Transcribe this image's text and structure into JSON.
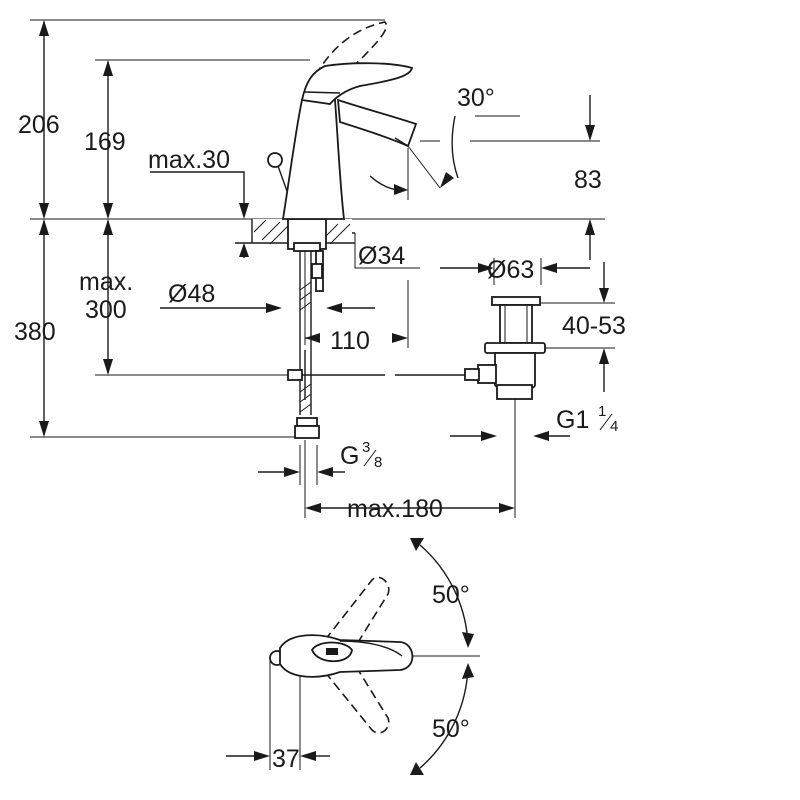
{
  "dimensions": {
    "total_height": "206",
    "spout_height": "169",
    "max_deck_thickness": "max.30",
    "spout_angle": "30°",
    "spout_clearance": "83",
    "hole_diameter": "Ø34",
    "base_diameter": "Ø48",
    "max_below_label_1": "max.",
    "max_below_label_2": "300",
    "waste_diameter": "Ø63",
    "spout_reach": "110",
    "lower_height": "380",
    "waste_range": "40-53",
    "waste_thread": "G1",
    "waste_thread_fraction_num": "1",
    "waste_thread_fraction_den": "4",
    "supply_thread": "G",
    "supply_thread_fraction_num": "3",
    "supply_thread_fraction_den": "8",
    "max_offset": "max.180",
    "swing_angle_top": "50°",
    "swing_angle_bottom": "50°",
    "lever_offset": "37"
  }
}
